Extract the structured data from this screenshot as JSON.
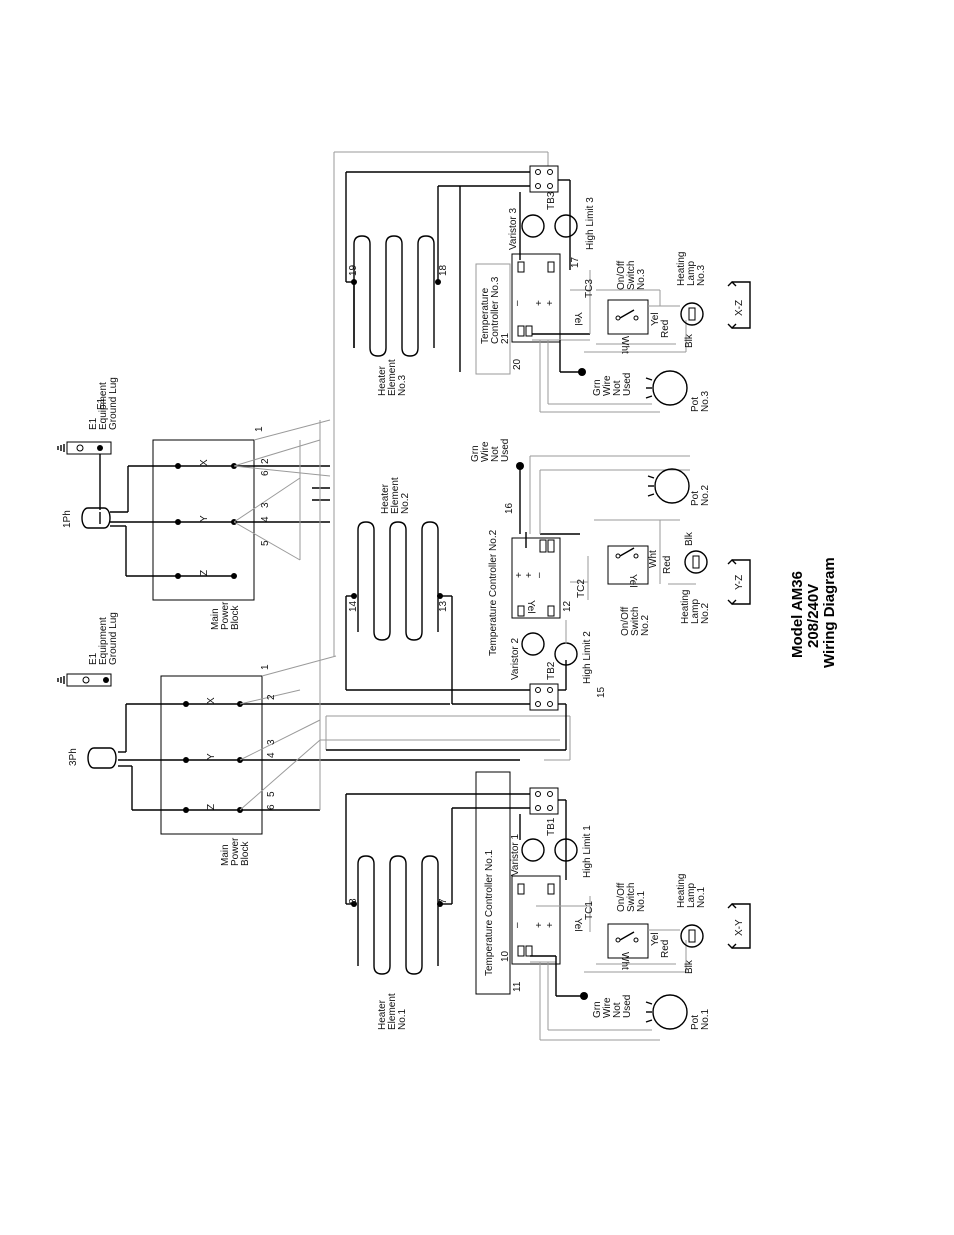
{
  "title": {
    "model": "Model AM36",
    "voltage": "208/240V",
    "name": "Wiring Diagram"
  },
  "ground": {
    "e1": "E1",
    "line1": "Equipment",
    "line2": "Ground Lug"
  },
  "phase": {
    "three": "3Ph",
    "single": "1Ph"
  },
  "power_block": {
    "line1": "Main",
    "line2": "Power",
    "line3": "Block",
    "x": "X",
    "y": "Y",
    "z": "Z"
  },
  "wires": {
    "n1": "1",
    "n2": "2",
    "n3": "3",
    "n4": "4",
    "n5": "5",
    "n6": "6",
    "n7": "7",
    "n8": "8",
    "n10": "10",
    "n11": "11",
    "n12": "12",
    "n13": "13",
    "n14": "14",
    "n15": "15",
    "n16": "16",
    "n17": "17",
    "n18": "18",
    "n19": "19",
    "n20": "20",
    "n21": "21"
  },
  "heater": {
    "line1": "Heater",
    "line2": "Element",
    "no1": "No.1",
    "no2": "No.2",
    "no3": "No.3"
  },
  "controller": {
    "c1": "Temperature Controller No.1",
    "c2": "Temperature Controller No.2",
    "c3a": "Temperature",
    "c3b": "Controller No.3"
  },
  "terminal": {
    "tb1": "TB1",
    "tb2": "TB2",
    "tb3": "TB3"
  },
  "varistor": {
    "v1": "Varistor 1",
    "v2": "Varistor 2",
    "v3": "Varistor 3"
  },
  "high_limit": {
    "h1": "High Limit 1",
    "h2": "High Limit 2",
    "h3": "High Limit 3"
  },
  "tc": {
    "tc1": "TC1",
    "tc2": "TC2",
    "tc3": "TC3",
    "yel": "Yel"
  },
  "switch": {
    "line1": "On/Off",
    "line2": "Switch",
    "no1": "No.1",
    "no2": "No.2",
    "no3": "No.3"
  },
  "lamp": {
    "line1": "Heating",
    "line2": "Lamp",
    "no1": "No.1",
    "no2": "No.2",
    "no3": "No.3"
  },
  "colors": {
    "red": "Red",
    "yel": "Yel",
    "wht": "Wht",
    "blk": "Blk"
  },
  "grn": {
    "l1": "Grn",
    "l2": "Wire",
    "l3": "Not",
    "l4": "Used"
  },
  "pot": {
    "name": "Pot",
    "no1": "No.1",
    "no2": "No.2",
    "no3": "No.3"
  },
  "pair": {
    "xy": "X-Y",
    "yz": "Y-Z",
    "xz": "X-Z"
  },
  "sym": {
    "minus": "–",
    "plus": "+"
  }
}
